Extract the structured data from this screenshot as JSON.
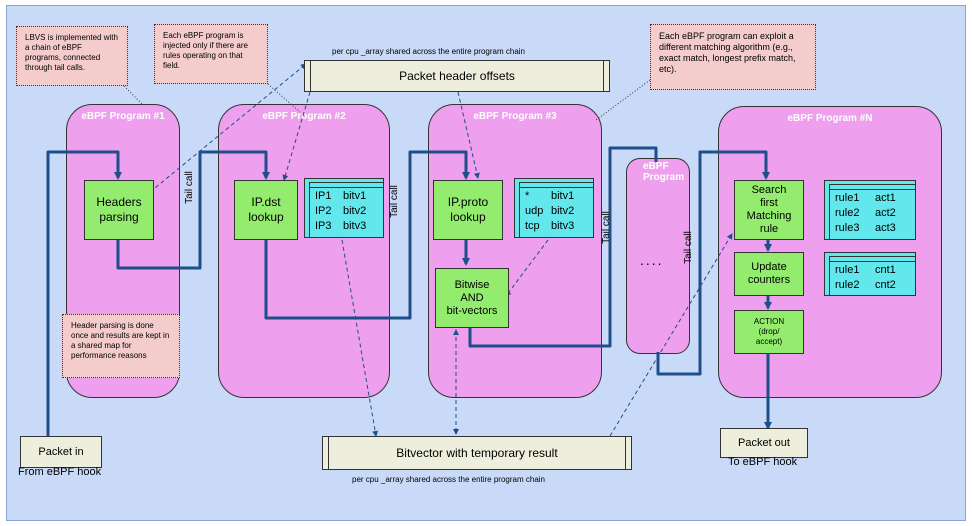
{
  "notes": {
    "lbvs": "LBVS is implemented with a chain of eBPF programs, connected through tail calls.",
    "injected": "Each eBPF program is injected only if there are rules operating on that field.",
    "matching": "Each eBPF program can exploit a different matching algorithm (e.g., exact match, longest prefix match, etc).",
    "parsing": "Header parsing is done once and results are kept in a shared map for performance reasons"
  },
  "shared_top": {
    "caption": "per cpu _array shared across the entire program chain",
    "label": "Packet header offsets"
  },
  "shared_bottom": {
    "caption": "per cpu _array shared across the entire program chain",
    "label": "Bitvector with temporary result"
  },
  "programs": {
    "p1": {
      "title": "eBPF Program #1",
      "block": "Headers\nparsing"
    },
    "p2": {
      "title": "eBPF Program #2",
      "block": "IP.dst\nlookup",
      "table": [
        [
          "IP1",
          "bitv1"
        ],
        [
          "IP2",
          "bitv2"
        ],
        [
          "IP3",
          "bitv3"
        ]
      ]
    },
    "p3": {
      "title": "eBPF Program #3",
      "block": "IP.proto\nlookup",
      "table": [
        [
          "*",
          "bitv1"
        ],
        [
          "udp",
          "bitv2"
        ],
        [
          "tcp",
          "bitv3"
        ]
      ],
      "and_block": "Bitwise\nAND\nbit-vectors"
    },
    "pm": {
      "title": "eBPF\nProgram",
      "dots": "...."
    },
    "pn": {
      "title": "eBPF Program #N",
      "search": "Search\nfirst\nMatching\nrule",
      "update": "Update\ncounters",
      "action": "ACTION\n(drop/\naccept)",
      "rules_table": [
        [
          "rule1",
          "act1"
        ],
        [
          "rule2",
          "act2"
        ],
        [
          "rule3",
          "act3"
        ]
      ],
      "counters_table": [
        [
          "rule1",
          "cnt1"
        ],
        [
          "rule2",
          "cnt2"
        ]
      ]
    }
  },
  "tail_call": "Tail call",
  "packet_in": {
    "label": "Packet in",
    "caption": "From eBPF hook"
  },
  "packet_out": {
    "label": "Packet out",
    "caption": "To eBPF hook"
  },
  "colors": {
    "background": "#c9daf8",
    "program": "#ee9fee",
    "block": "#93ec6e",
    "table": "#62e7ec",
    "note": "#f4cccc",
    "line": "#1f4f8b"
  }
}
